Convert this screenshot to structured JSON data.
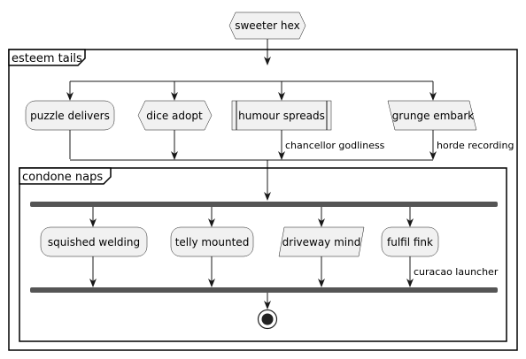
{
  "diagram": {
    "start_node": "sweeter hex",
    "outer_group": {
      "label": "esteem tails",
      "branches": [
        {
          "label": "puzzle delivers",
          "shape": "rounded-activity",
          "edge_label": ""
        },
        {
          "label": "dice adopt",
          "shape": "hexagon",
          "edge_label": ""
        },
        {
          "label": "humour spreads",
          "shape": "subprocess",
          "edge_label": "chancellor godliness"
        },
        {
          "label": "grunge embark",
          "shape": "parallelogram",
          "edge_label": "horde recording"
        }
      ]
    },
    "inner_group": {
      "label": "condone naps",
      "branches": [
        {
          "label": "squished welding",
          "shape": "rounded-activity",
          "edge_label": ""
        },
        {
          "label": "telly mounted",
          "shape": "rounded-activity",
          "edge_label": ""
        },
        {
          "label": "driveway mind",
          "shape": "parallelogram",
          "edge_label": ""
        },
        {
          "label": "fulfil fink",
          "shape": "rounded-activity",
          "edge_label": "curacao launcher"
        }
      ]
    },
    "end_node": "stop",
    "colors": {
      "node_fill": "#f1f1f1",
      "node_stroke": "#181818",
      "fork_bar": "#555555",
      "background": "#ffffff"
    }
  }
}
